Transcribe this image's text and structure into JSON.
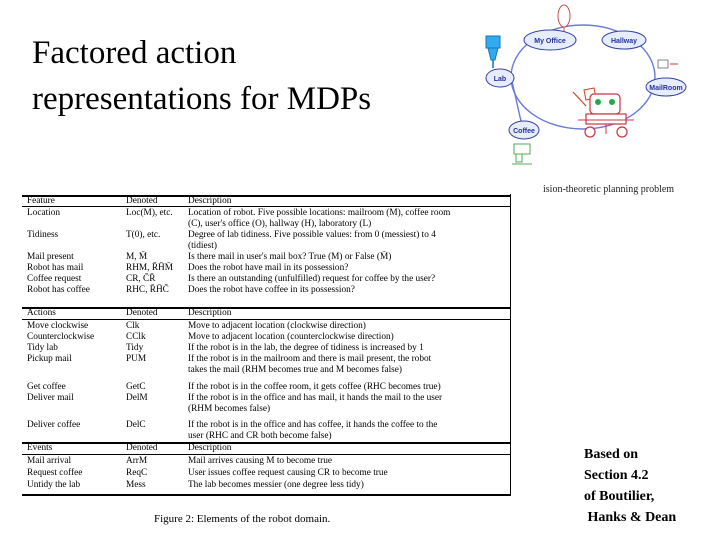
{
  "slide": {
    "title_lines": [
      "Factored action",
      "representations for MDPs"
    ],
    "caption_right": "ision-theoretic planning problem",
    "figure_caption": "Figure 2: Elements of the robot domain.",
    "credit_lines": [
      "Based on",
      "Section 4.2",
      "of Boutilier,",
      " Hanks & Dean"
    ]
  },
  "diagram": {
    "rooms": [
      "My Office",
      "Hallway",
      "Lab",
      "MailRoom",
      "Coffee"
    ]
  },
  "table": {
    "rows": [
      {
        "kind": "header",
        "c1": "Feature",
        "c2": "Denoted",
        "c3": "Description"
      },
      {
        "c1": "Location",
        "c2": "Loc(M), etc.",
        "c3": "Location of robot. Five possible locations: mailroom (M), coffee room"
      },
      {
        "c1": "",
        "c2": "",
        "c3": "(C), user's office (O), hallway (H), laboratory (L)"
      },
      {
        "c1": "Tidiness",
        "c2": "T(0), etc.",
        "c3": "Degree of lab tidiness. Five possible values: from 0 (messiest) to 4"
      },
      {
        "c1": "",
        "c2": "",
        "c3": "(tidiest)"
      },
      {
        "c1": "Mail present",
        "c2": "M, M̄",
        "c3": "Is there mail in user's mail box? True (M) or False (M̄)"
      },
      {
        "c1": "Robot has mail",
        "c2": "RHM, R̄H̄M̄",
        "c3": "Does the robot have mail in its possession?"
      },
      {
        "c1": "Coffee request",
        "c2": "CR, C̄R̄",
        "c3": "Is there an outstanding (unfulfilled) request for coffee by the user?"
      },
      {
        "c1": "Robot has coffee",
        "c2": "RHC, R̄H̄C̄",
        "c3": "Does the robot have coffee in its possession?"
      },
      {
        "kind": "header",
        "c1": "Actions",
        "c2": "Denoted",
        "c3": "Description"
      },
      {
        "c1": "Move clockwise",
        "c2": "Clk",
        "c3": "Move to adjacent location (clockwise direction)"
      },
      {
        "c1": "Counterclockwise",
        "c2": "CClk",
        "c3": "Move to adjacent location (counterclockwise direction)"
      },
      {
        "c1": "Tidy lab",
        "c2": "Tidy",
        "c3": "If the robot is in the lab, the degree of tidiness is increased by 1"
      },
      {
        "c1": "Pickup mail",
        "c2": "PUM",
        "c3": "If the robot is in the mailroom and there is mail present, the robot"
      },
      {
        "c1": "",
        "c2": "",
        "c3": "takes the mail (RHM becomes true and M becomes false)"
      },
      {
        "c1": "Get coffee",
        "c2": "GetC",
        "c3": "If the robot is in the coffee room, it gets coffee (RHC becomes true)"
      },
      {
        "c1": "Deliver mail",
        "c2": "DelM",
        "c3": "If the robot is in the office and has mail, it hands the mail to the user"
      },
      {
        "c1": "",
        "c2": "",
        "c3": "(RHM becomes false)"
      },
      {
        "c1": "Deliver coffee",
        "c2": "DelC",
        "c3": "If the robot is in the office and has coffee, it hands the coffee to the"
      },
      {
        "c1": "",
        "c2": "",
        "c3": "user (RHC and CR both become false)"
      },
      {
        "kind": "header",
        "c1": "Events",
        "c2": "Denoted",
        "c3": "Description"
      },
      {
        "c1": "Mail arrival",
        "c2": "ArrM",
        "c3": "Mail arrives causing M to become true"
      },
      {
        "c1": "Request coffee",
        "c2": "ReqC",
        "c3": "User issues coffee request causing CR to become true"
      },
      {
        "c1": "Untidy the lab",
        "c2": "Mess",
        "c3": "The lab becomes messier (one degree less tidy)"
      }
    ]
  }
}
